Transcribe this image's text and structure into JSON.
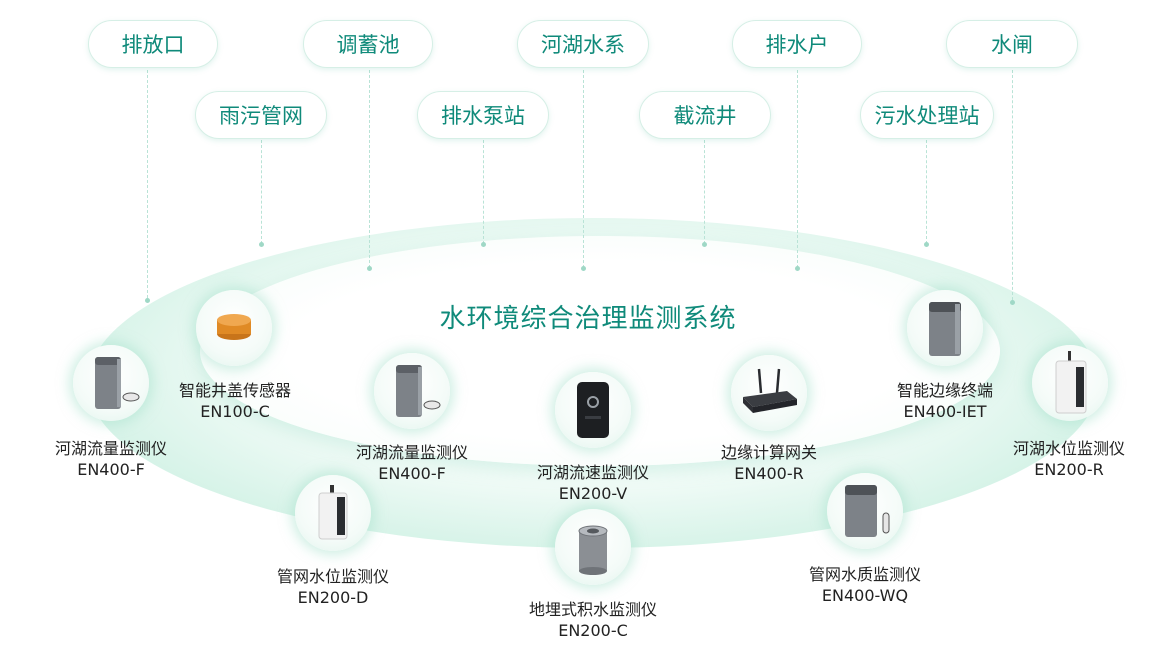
{
  "categories": [
    {
      "id": "outfall",
      "label": "排放口"
    },
    {
      "id": "storage-tank",
      "label": "调蓄池"
    },
    {
      "id": "river-lake",
      "label": "河湖水系"
    },
    {
      "id": "drainage-household",
      "label": "排水户"
    },
    {
      "id": "sluice",
      "label": "水闸"
    },
    {
      "id": "rain-sewage-network",
      "label": "雨污管网"
    },
    {
      "id": "pump-station",
      "label": "排水泵站"
    },
    {
      "id": "interception-well",
      "label": "截流井"
    },
    {
      "id": "sewage-plant",
      "label": "污水处理站"
    }
  ],
  "system_title": "水环境综合治理监测系统",
  "devices": [
    {
      "id": "manhole-sensor",
      "name": "智能井盖传感器",
      "model": "EN100-C",
      "icon": "manhole-cover-icon"
    },
    {
      "id": "river-flow-left",
      "name": "河湖流量监测仪",
      "model": "EN400-F",
      "icon": "flow-meter-icon"
    },
    {
      "id": "river-flow-mid",
      "name": "河湖流量监测仪",
      "model": "EN400-F",
      "icon": "flow-meter-icon"
    },
    {
      "id": "river-velocity",
      "name": "河湖流速监测仪",
      "model": "EN200-V",
      "icon": "velocity-meter-icon"
    },
    {
      "id": "edge-gateway",
      "name": "边缘计算网关",
      "model": "EN400-R",
      "icon": "router-icon"
    },
    {
      "id": "edge-terminal",
      "name": "智能边缘终端",
      "model": "EN400-IET",
      "icon": "edge-terminal-icon"
    },
    {
      "id": "river-level",
      "name": "河湖水位监测仪",
      "model": "EN200-R",
      "icon": "level-meter-icon"
    },
    {
      "id": "pipe-level",
      "name": "管网水位监测仪",
      "model": "EN200-D",
      "icon": "pipe-level-icon"
    },
    {
      "id": "buried-water",
      "name": "地埋式积水监测仪",
      "model": "EN200-C",
      "icon": "buried-sensor-icon"
    },
    {
      "id": "pipe-quality",
      "name": "管网水质监测仪",
      "model": "EN400-WQ",
      "icon": "water-quality-icon"
    }
  ]
}
